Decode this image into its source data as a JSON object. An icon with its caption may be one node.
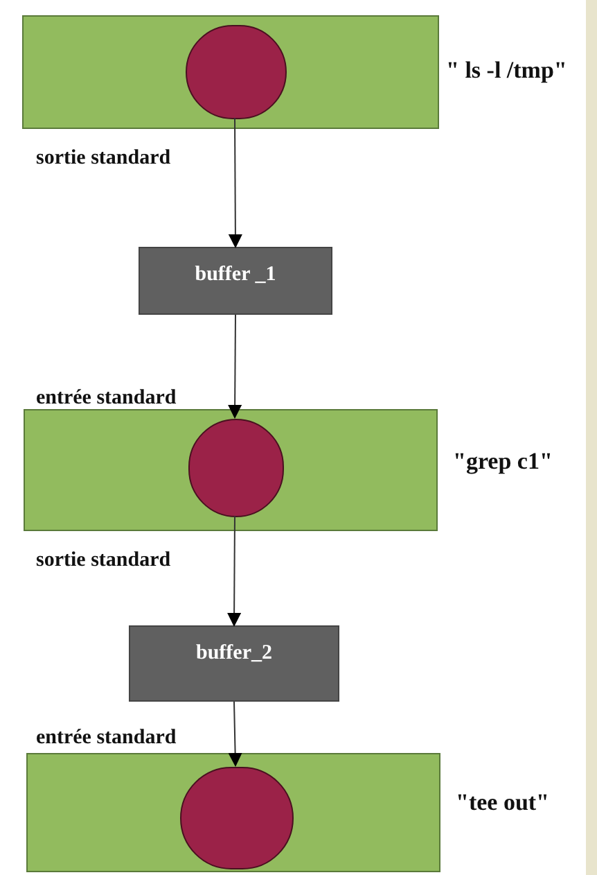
{
  "diagram": {
    "nodes": [
      {
        "text": [],
        "shape": "box",
        "beside": [
          "\" ls -l /tmp\""
        ]
      },
      {
        "text": [],
        "shape": "circle",
        "in": 0
      },
      {
        "text": [
          "buffer _1"
        ]
      },
      {
        "text": [],
        "shape": "box",
        "beside": [
          "\"grep c1\""
        ]
      },
      {
        "text": [],
        "shape": "circle",
        "in": 3
      },
      {
        "text": [
          "buffer_2"
        ]
      },
      {
        "text": [],
        "shape": "box",
        "beside": [
          "\"tee out\""
        ]
      },
      {
        "text": [],
        "shape": "circle",
        "in": 6
      }
    ],
    "edges": [
      {
        "from": 1,
        "to": 2,
        "arrow": "to"
      },
      {
        "from": 2,
        "to": 4,
        "arrow": "to"
      },
      {
        "from": 4,
        "to": 5,
        "arrow": "to"
      },
      {
        "from": 5,
        "to": 7,
        "arrow": "to"
      }
    ],
    "labels": [
      "sortie standard",
      "entrée standard",
      "sortie standard",
      "entrée standard"
    ]
  }
}
